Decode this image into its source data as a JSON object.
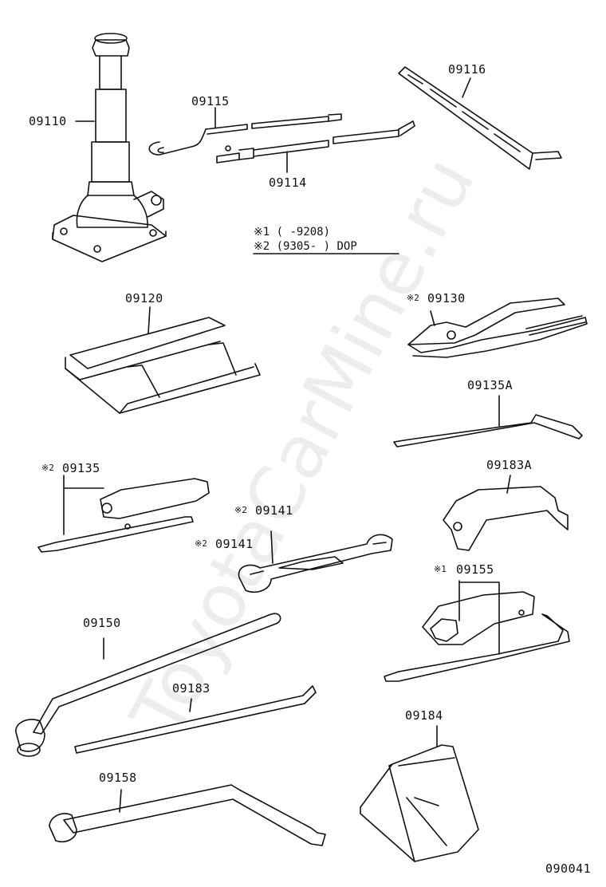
{
  "watermark": "ToyotaCarMine.ru",
  "diagram_id": "090041",
  "note": {
    "line1_mark": "※1",
    "line1_text": "(        -9208)",
    "line2_mark": "※2",
    "line2_text": "(9305-          ) DOP"
  },
  "parts": {
    "p09110": "09110",
    "p09115": "09115",
    "p09114": "09114",
    "p09116": "09116",
    "p09120": "09120",
    "p09130": "09130",
    "p09135A": "09135A",
    "p09135": "09135",
    "p09183A": "09183A",
    "p09141a": "09141",
    "p09141b": "09141",
    "p09155": "09155",
    "p09150": "09150",
    "p09183": "09183",
    "p09184": "09184",
    "p09158": "09158"
  },
  "marks": {
    "m2": "※2",
    "m1": "※1"
  }
}
